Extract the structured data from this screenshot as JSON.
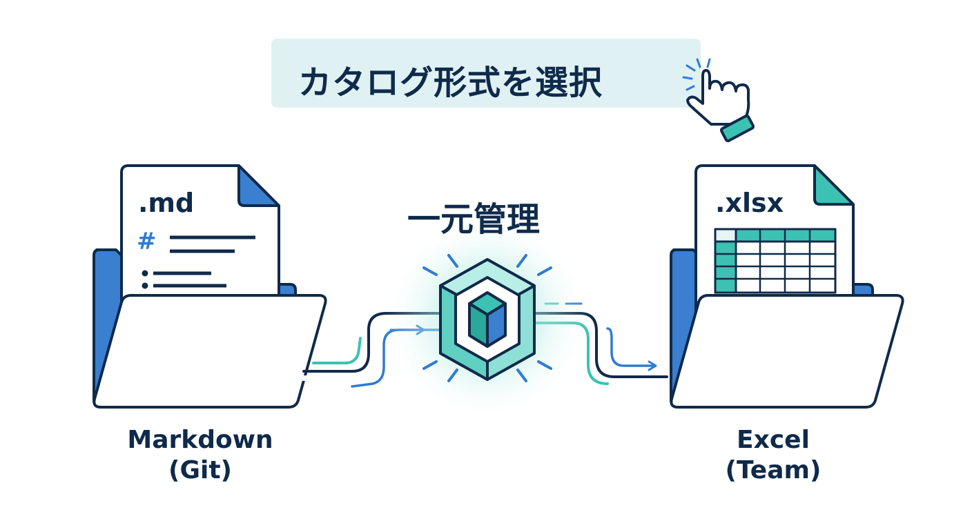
{
  "title": "カタログ形式を選択",
  "center_label": "一元管理",
  "left": {
    "extension": ".md",
    "heading_marker": "#",
    "caption_line1": "Markdown",
    "caption_line2": "(Git)"
  },
  "right": {
    "extension": ".xlsx",
    "caption_line1": "Excel",
    "caption_line2": "(Team)"
  },
  "icons": {
    "pointer": "hand-pointer-icon",
    "hub": "hexagon-cube-icon",
    "left_folder": "folder-icon",
    "right_folder": "folder-icon"
  },
  "colors": {
    "navy": "#0f2a4a",
    "blue": "#2f7bd4",
    "teal": "#3cc2b2",
    "light_teal_bg": "#dff1f3"
  }
}
